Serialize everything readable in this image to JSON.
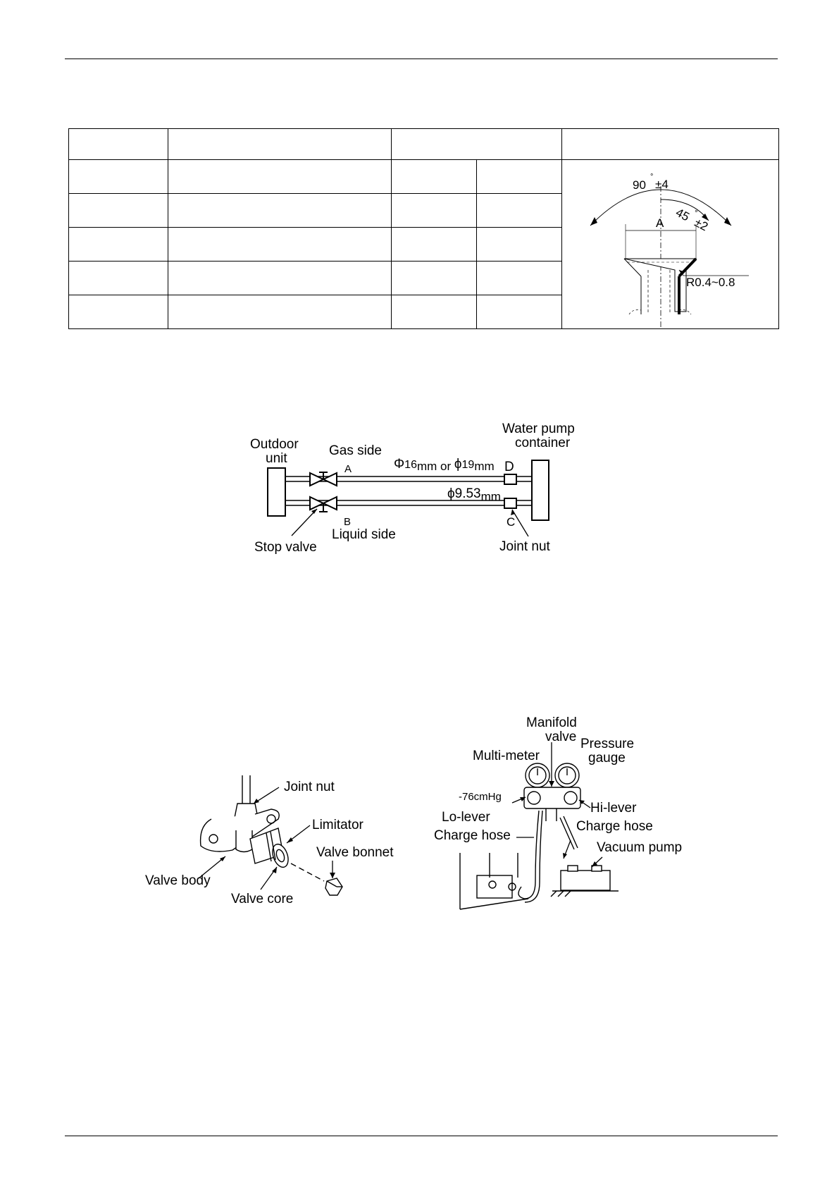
{
  "flare_figure": {
    "angle_total": "90",
    "angle_total_tol": "±4",
    "angle_half": "45",
    "angle_half_tol": "±2",
    "dim_a": "A",
    "radius": "R0.4~0.8"
  },
  "piping_diagram": {
    "outdoor_unit_line1": "Outdoor",
    "outdoor_unit_line2": "unit",
    "gas_side": "Gas side",
    "point_a": "A",
    "point_b": "B",
    "point_c": "C",
    "point_d": "D",
    "gas_pipe_phi": "Φ",
    "gas_pipe_16": "16",
    "gas_pipe_mm1": "mm or ",
    "gas_pipe_phi2": "ϕ",
    "gas_pipe_19": "19",
    "gas_pipe_mm2": "mm",
    "liquid_pipe_size": "ϕ9.53",
    "liquid_pipe_unit": "mm",
    "container_line1": "Water pump",
    "container_line2": "container",
    "liquid_side": "Liquid side",
    "stop_valve": "Stop valve",
    "joint_nut": "Joint nut"
  },
  "valve_diagram": {
    "joint_nut": "Joint nut",
    "limitator": "Limitator",
    "valve_bonnet": "Valve bonnet",
    "valve_body": "Valve body",
    "valve_core": "Valve core"
  },
  "vacuum_diagram": {
    "manifold_line1": "Manifold",
    "manifold_line2": "valve",
    "pressure_line1": "Pressure",
    "pressure_line2": "gauge",
    "multimeter": "Multi-meter",
    "vacuum_reading": "-76cmHg",
    "lo_lever": "Lo-lever",
    "hi_lever": "Hi-lever",
    "charge_hose_left": "Charge hose",
    "charge_hose_right": "Charge hose",
    "vacuum_pump": "Vacuum pump"
  }
}
